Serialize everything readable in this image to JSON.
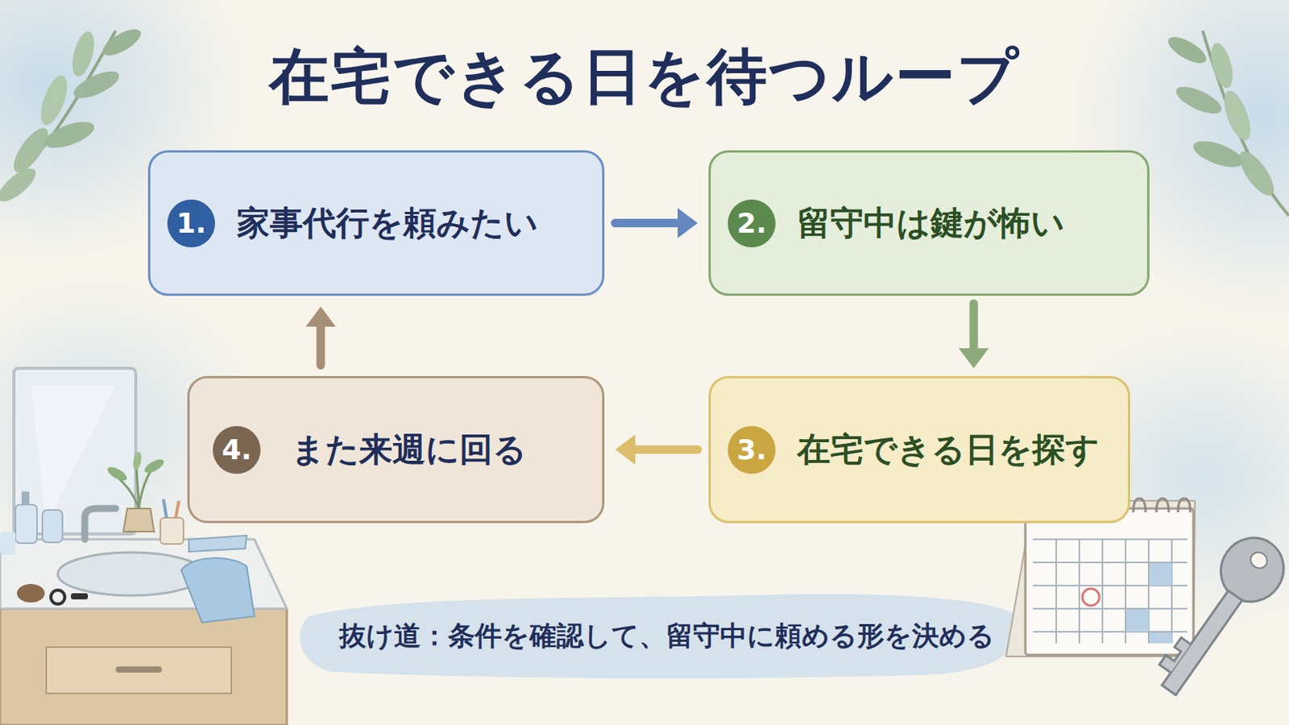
{
  "diagram": {
    "title": "在宅できる日を待つループ",
    "nodes": [
      {
        "text": [
          "1.",
          "家事代行を頼みたい"
        ]
      },
      {
        "text": [
          "2.",
          "留守中は鍵が怖い"
        ]
      },
      {
        "text": [
          "3.",
          "在宅できる日を探す"
        ]
      },
      {
        "text": [
          "4.",
          "また来週に回る"
        ]
      },
      {
        "text": [
          "抜け道：条件を確認して、留守中に頼める形を決める"
        ]
      }
    ],
    "edges": [
      {
        "from": 0,
        "to": 1,
        "arrow": "to"
      },
      {
        "from": 1,
        "to": 2,
        "arrow": "to"
      },
      {
        "from": 2,
        "to": 3,
        "arrow": "to"
      },
      {
        "from": 3,
        "to": 0,
        "arrow": "to"
      }
    ]
  }
}
